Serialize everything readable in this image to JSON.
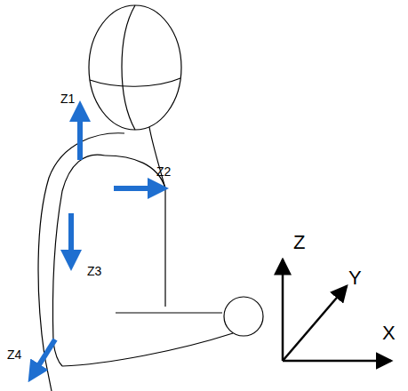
{
  "diagram": {
    "labels": [
      "Z1",
      "Z2",
      "Z3",
      "Z4",
      "Z",
      "Y",
      "X"
    ]
  }
}
